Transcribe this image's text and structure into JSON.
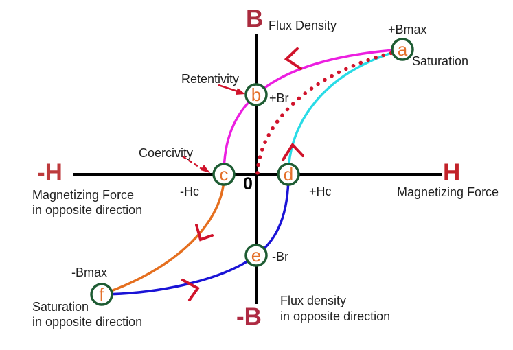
{
  "colors": {
    "background": "#ffffff",
    "axis": "#000000",
    "text": "#1f1f1f",
    "magenta_curve": "#ec1fe0",
    "cyan_curve": "#29dbe6",
    "orange_curve": "#e56f1f",
    "blue_curve": "#1a13d6",
    "red_accent": "#d0132b",
    "circle_ring_green": "#1e5c33",
    "circle_letter_orange": "#e4712c",
    "b_letter_color": "#aa2b3e",
    "neg_b_letter_color": "#ae2a42",
    "h_letter_color": "#c22229",
    "neg_h_letter_color": "#bd3a3c"
  },
  "axes": {
    "b_letter": "B",
    "b_caption": "Flux Density",
    "neg_b_letter": "-B",
    "neg_b_caption_line1": "Flux density",
    "neg_b_caption_line2": "in opposite direction",
    "h_letter": "H",
    "h_caption": "Magnetizing Force",
    "neg_h_letter": "-H",
    "neg_h_caption_line1": "Magnetizing Force",
    "neg_h_caption_line2": "in opposite direction",
    "origin_label": "0"
  },
  "labels": {
    "plus_bmax": "+Bmax",
    "saturation": "Saturation",
    "retentivity": "Retentivity",
    "plus_br": "+Br",
    "coercivity": "Coercivity",
    "neg_hc": "-Hc",
    "plus_hc": "+Hc",
    "neg_br": "-Br",
    "neg_bmax": "-Bmax",
    "saturation_opposite_line1": "Saturation",
    "saturation_opposite_line2": "in opposite direction"
  },
  "points": {
    "a": "a",
    "b": "b",
    "c": "c",
    "d": "d",
    "e": "e",
    "f": "f"
  }
}
